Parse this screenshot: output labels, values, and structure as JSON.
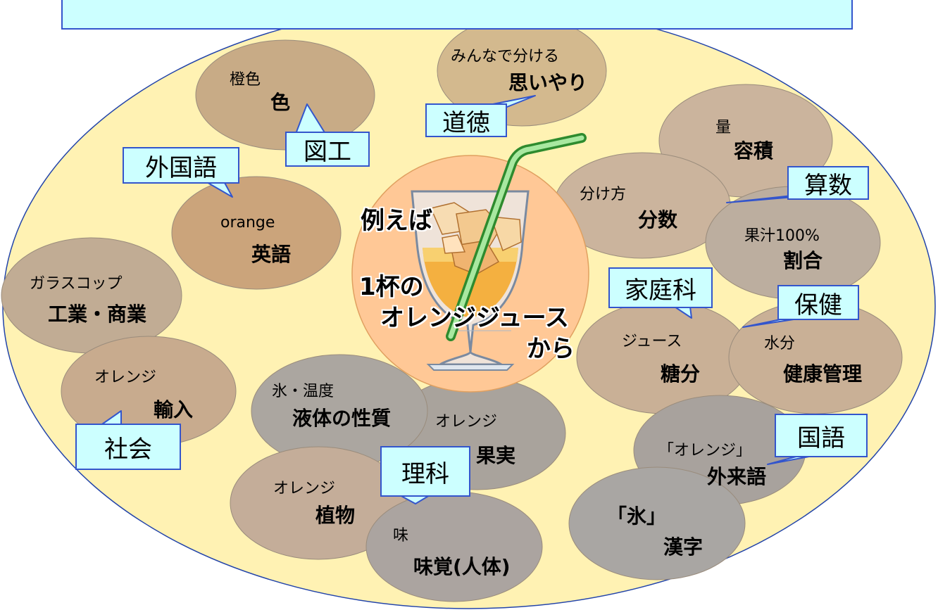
{
  "center": {
    "line1": "例えば",
    "line2": "1杯の",
    "line3": "オレンジジュース",
    "line4": "から"
  },
  "bubbles": {
    "color": {
      "sub": "橙色",
      "main": "色"
    },
    "thought": {
      "sub": "みんなで分ける",
      "main": "思いやり"
    },
    "volume": {
      "sub": "量",
      "main": "容積"
    },
    "fraction": {
      "sub": "分け方",
      "main": "分数"
    },
    "ratio": {
      "sub": "果汁100%",
      "main": "割合"
    },
    "english": {
      "sub": "orange",
      "main": "英語"
    },
    "industry": {
      "sub": "ガラスコップ",
      "main": "工業・商業"
    },
    "import": {
      "sub": "オレンジ",
      "main": "輸入"
    },
    "liquid": {
      "sub": "氷・温度",
      "main": "液体の性質"
    },
    "fruit": {
      "sub": "オレンジ",
      "main": "果実"
    },
    "plant": {
      "sub": "オレンジ",
      "main": "植物"
    },
    "taste": {
      "sub": "味",
      "main": "味覚(人体)"
    },
    "sugar": {
      "sub": "ジュース",
      "main": "糖分"
    },
    "health": {
      "sub": "水分",
      "main": "健康管理"
    },
    "loanword": {
      "sub": "「オレンジ」",
      "main": "外来語"
    },
    "kanji": {
      "sub": "「氷」",
      "main": "漢字"
    }
  },
  "subjects": {
    "art": "図工",
    "moral": "道徳",
    "foreign": "外国語",
    "math": "算数",
    "home": "家庭科",
    "health": "保健",
    "social": "社会",
    "science": "理科",
    "japanese": "国語"
  },
  "colors": {
    "plate": "#fff2b3",
    "plate_border": "#2244aa",
    "bubble_tan": "#c9ab8a",
    "bubble_gray": "#aaa5a0",
    "callout_fill": "#ccffff",
    "center_fill": "#ffc896"
  }
}
